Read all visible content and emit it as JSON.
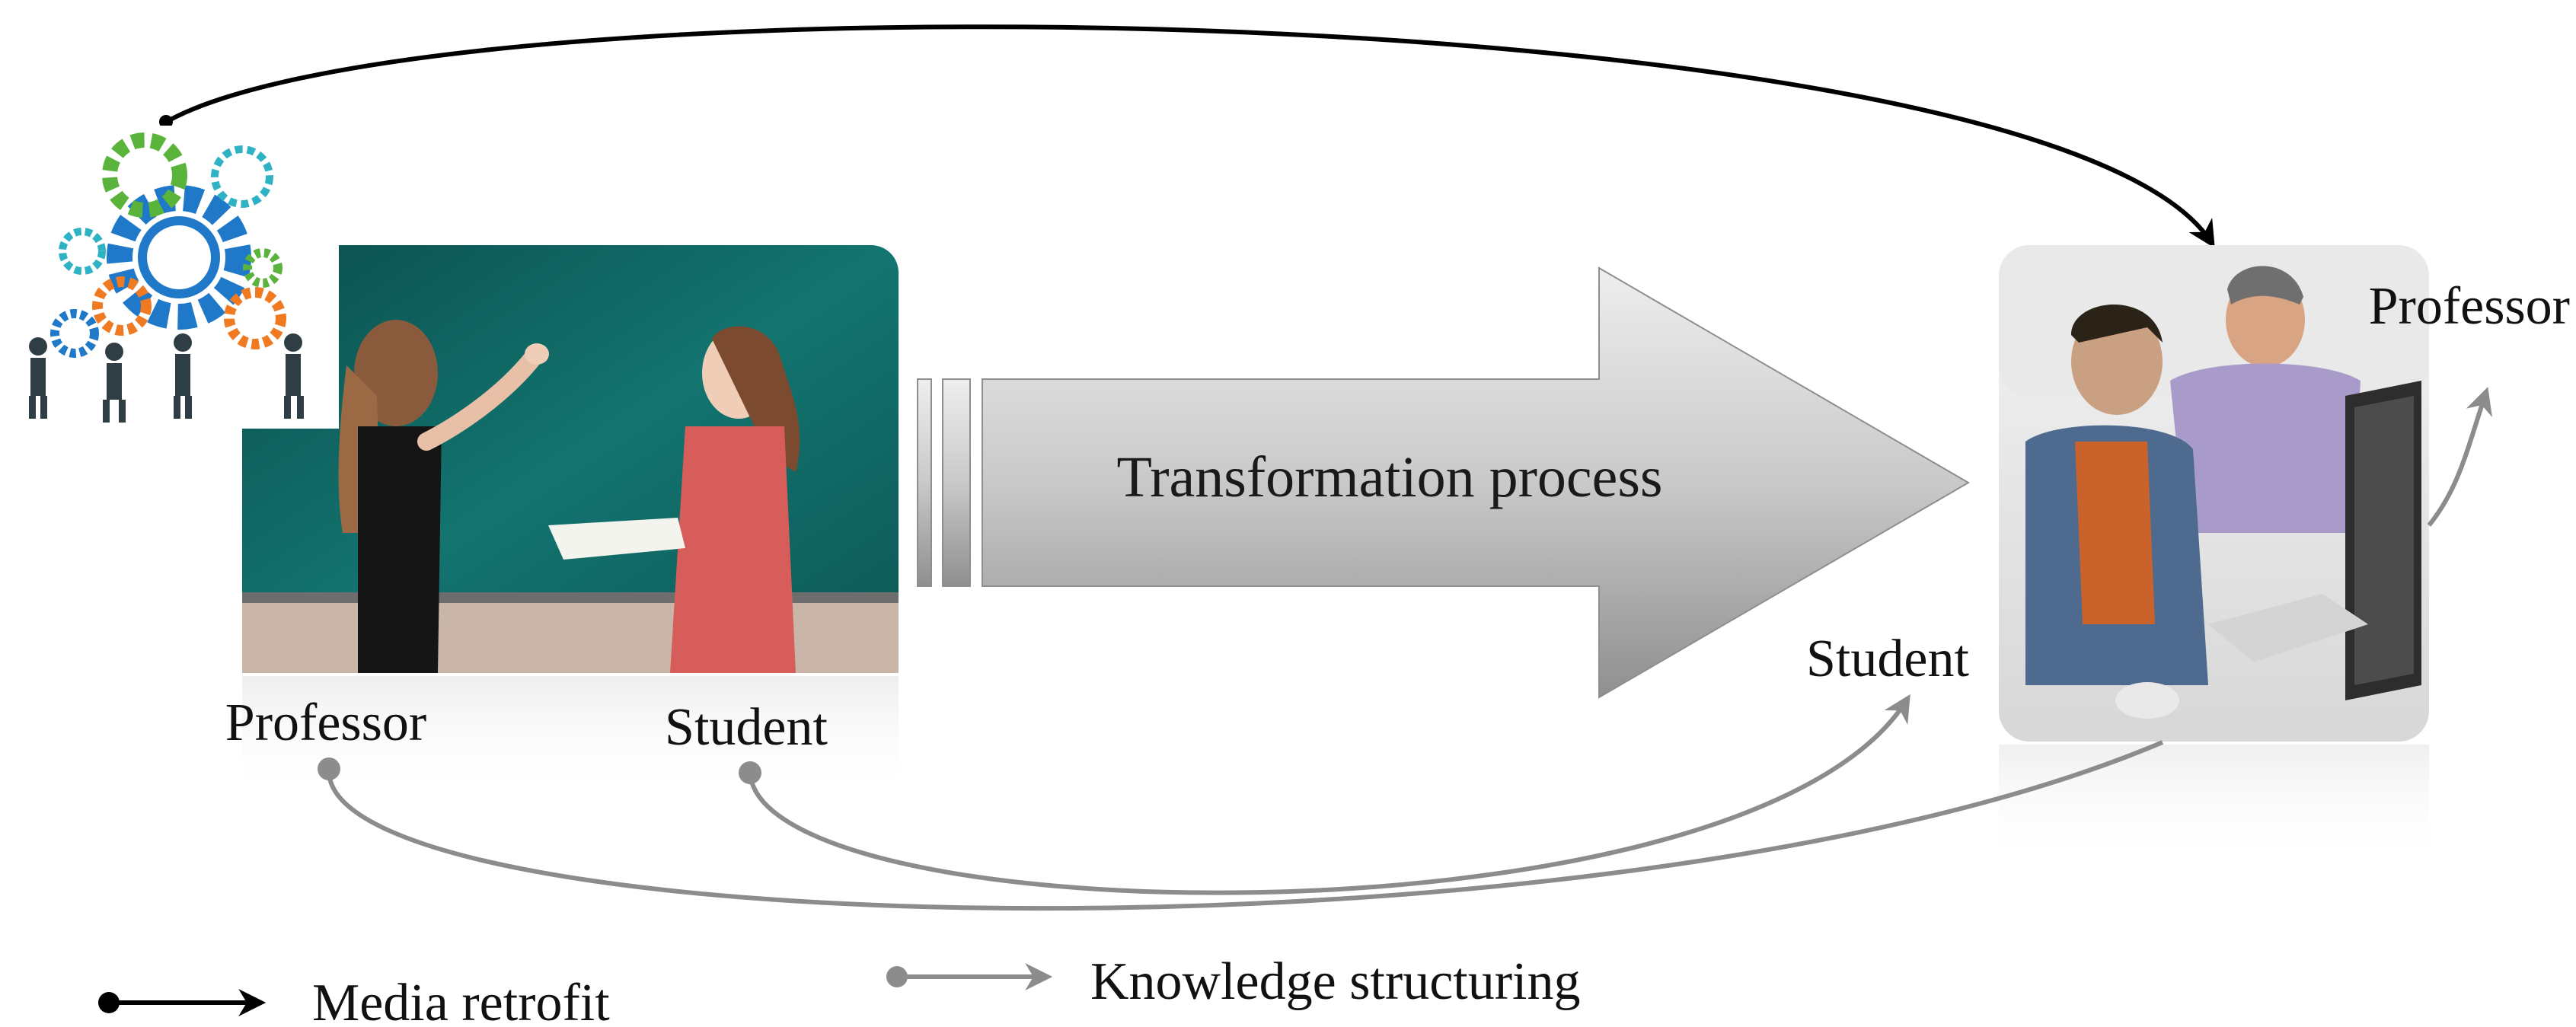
{
  "diagram": {
    "center_arrow_label": "Transformation process",
    "left_scene": {
      "professor_label": "Professor",
      "student_label": "Student"
    },
    "right_scene": {
      "professor_label": "Professor",
      "student_label": "Student"
    },
    "legend": {
      "media_label": "Media retrofit",
      "knowledge_label": "Knowledge structuring"
    },
    "icons": [
      "gears-teamwork-icon",
      "classroom-photo",
      "computer-lab-photo"
    ],
    "colors": {
      "media_arrow": "#000000",
      "knowledge_arrow": "#8c8c8c",
      "blackboard": "#0f5a57",
      "gear_blue": "#1f78c8",
      "gear_green": "#5ab43c",
      "gear_orange": "#f07a22",
      "gear_teal": "#2fb3c4"
    }
  }
}
